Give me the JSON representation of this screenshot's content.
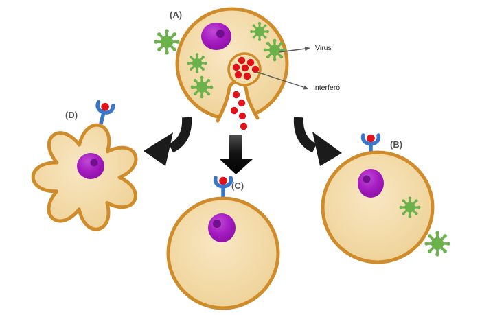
{
  "diagram_labels": {
    "cell_a": "(A)",
    "cell_b": "(B)",
    "cell_c": "(C)",
    "cell_d": "(D)"
  },
  "annotations": {
    "virus": "Virus",
    "interferon": "Interferó"
  },
  "colors": {
    "cell_fill": "#f3dba9",
    "cell_border": "#d08c2b",
    "virus_green": "#6cb24c",
    "nucleus_purple": "#a51cc0",
    "nucleus_spot": "#71108c",
    "interferon_red": "#e2121a",
    "receptor_blue": "#3a76c8",
    "arrow_black": "#1b1b1b",
    "label_gray": "#545454"
  }
}
